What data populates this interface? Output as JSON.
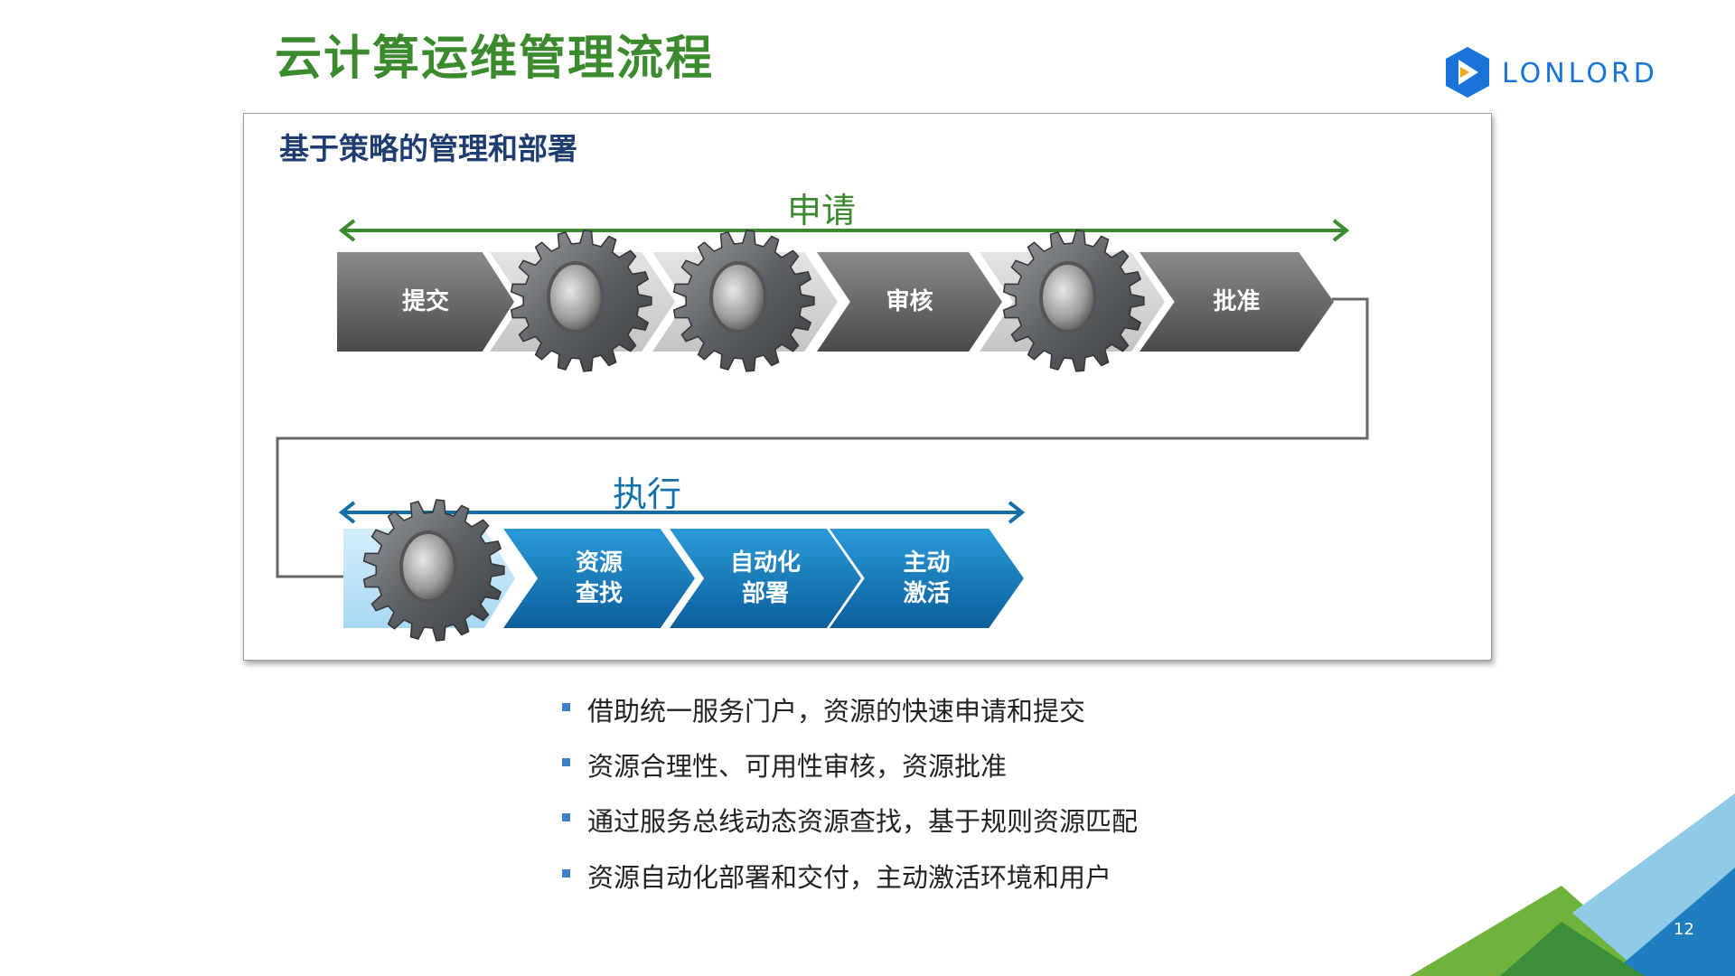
{
  "title": "云计算运维管理流程",
  "logo": {
    "text": "LONLORD",
    "colors": {
      "blue": "#1a73d9",
      "orange": "#f2a81d"
    }
  },
  "panel": {
    "subtitle": "基于策略的管理和部署",
    "apply": {
      "label": "申请",
      "color": "#3c8a2e",
      "steps": [
        "提交",
        "审核",
        "批准"
      ]
    },
    "execute": {
      "label": "执行",
      "color": "#136fa8",
      "steps": [
        "资源\n查找",
        "自动化\n部署",
        "主动\n激活"
      ]
    }
  },
  "bullets": [
    "借助统一服务门户，资源的快速申请和提交",
    "资源合理性、可用性审核，资源批准",
    "通过服务总线动态资源查找，基于规则资源匹配",
    "资源自动化部署和交付，主动激活环境和用户"
  ],
  "page_number": "12"
}
